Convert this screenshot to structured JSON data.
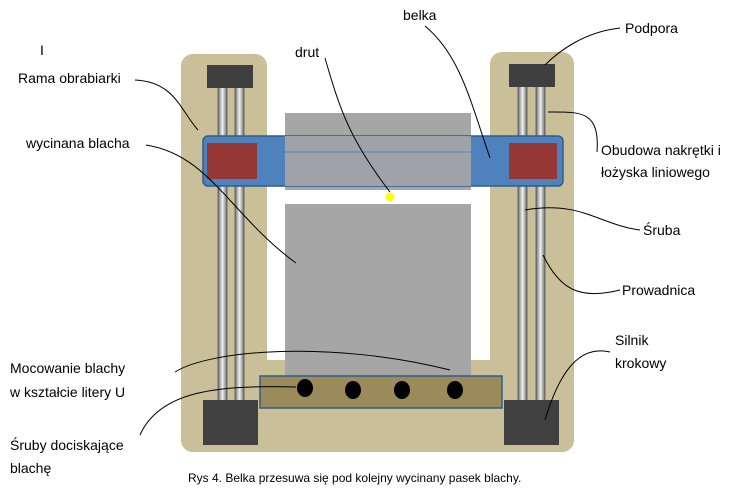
{
  "labels": {
    "rama": "Rama obrabiarki",
    "wycinana": "wycinana blacha",
    "drut": "drut",
    "belka": "belka",
    "podpora": "Podpora",
    "obudowa_1": "Obudowa nakrętki i",
    "obudowa_2": "łożyska liniowego",
    "sruba": "Śruba",
    "prowadnica": "Prowadnica",
    "silnik_1": "Silnik",
    "silnik_2": "krokowy",
    "mocowanie_1": "Mocowanie blachy",
    "mocowanie_2": "w kształcie litery U",
    "sruby_1": "Śruby dociskające",
    "sruby_2": "blachę",
    "cursor": "I"
  },
  "caption": "Rys 4. Belka przesuwa się pod kolejny wycinany pasek blachy.",
  "colors": {
    "frame": "#c9c09a",
    "beam": "#4f81bd",
    "beam_stroke": "#2f5d8a",
    "nut_housing": "#953735",
    "sheet": "#a6a6a6",
    "support": "#3f3f3f",
    "motor": "#404040",
    "clamp": "#9b8b5a",
    "clamp_stroke": "#2f5d8a",
    "wire_point": "#ffff00",
    "bolt": "#000000"
  }
}
